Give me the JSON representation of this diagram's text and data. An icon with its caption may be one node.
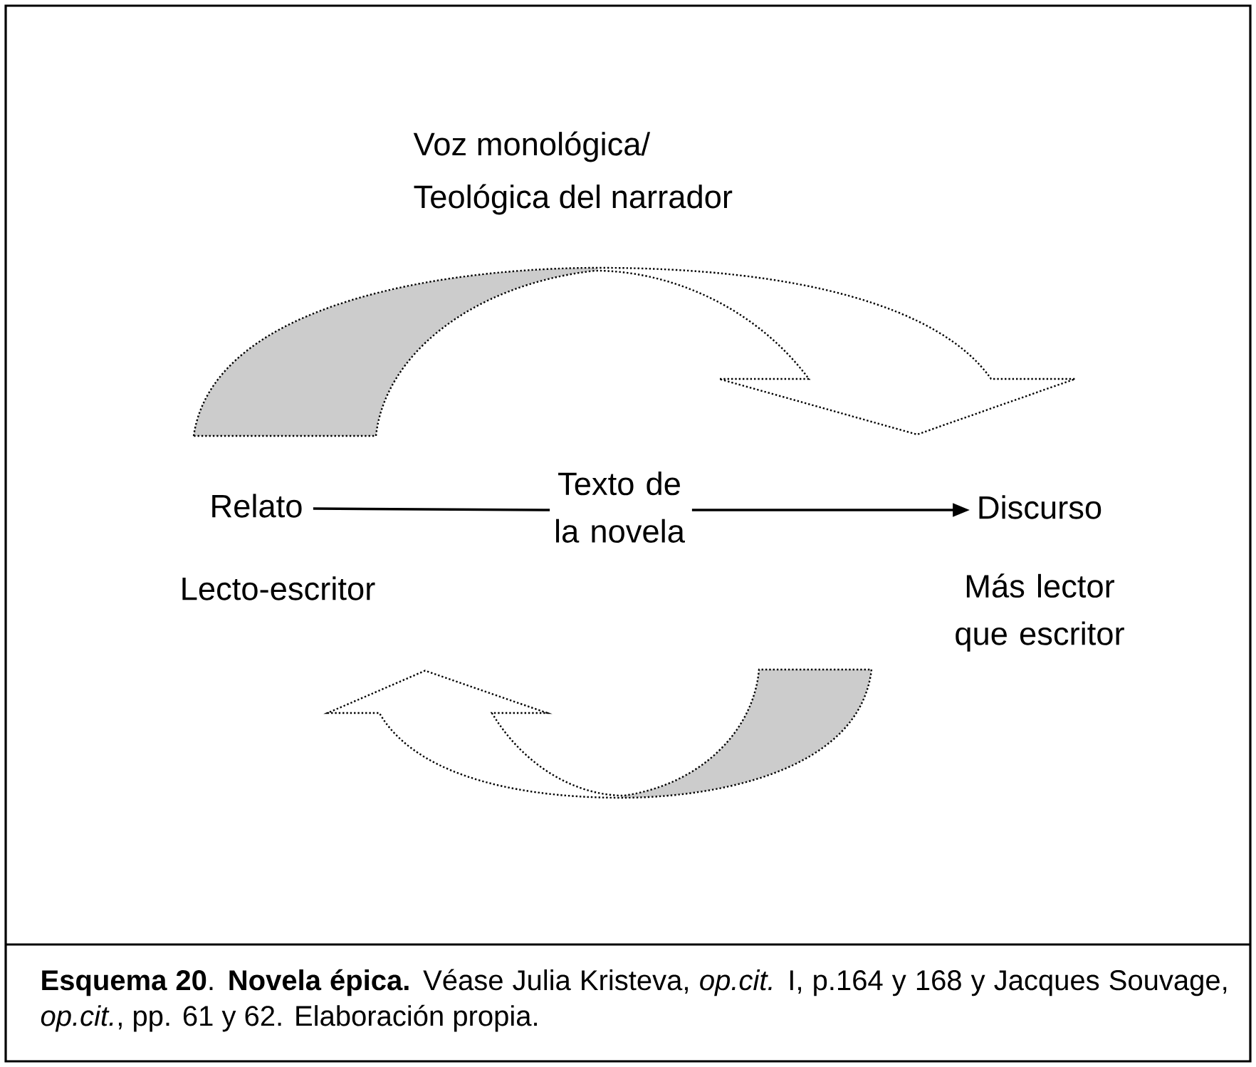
{
  "diagram": {
    "caption": "**Esquema 20**. **Novela épica.** Véase Julia Kristeva, *op.cit.* I, p.164 y 168 y Jacques Souvage, *op.cit.*, pp. 61 y 62. Elaboración propia.",
    "nodes": [
      {
        "text": [
          "Relato"
        ]
      },
      {
        "text": [
          "Lecto-escritor"
        ]
      },
      {
        "text": [
          "Texto de la novela"
        ]
      },
      {
        "text": [
          "Discurso"
        ]
      },
      {
        "text": [
          "Más lector que escritor"
        ]
      }
    ],
    "edges": [
      {
        "from": 0,
        "to": 2,
        "arrow": "none"
      },
      {
        "from": 2,
        "to": 3,
        "arrow": "to"
      }
    ],
    "labels": [
      "Voz monológica/",
      "Teológica del narrador"
    ]
  }
}
